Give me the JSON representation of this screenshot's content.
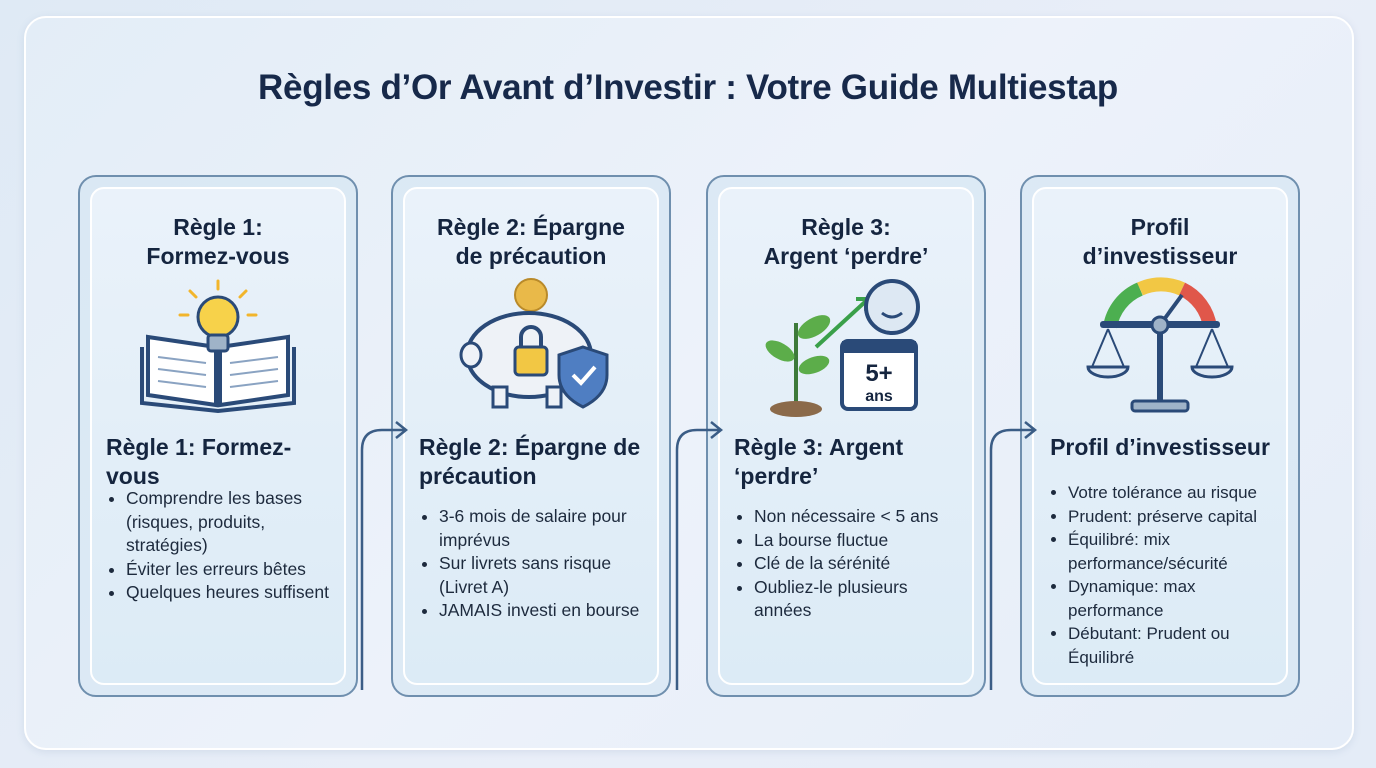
{
  "title": "Règles d’Or Avant d’Investir : Votre Guide Multiestap",
  "cards": [
    {
      "heading": "Règle 1:\nFormez-vous",
      "subheading": "Règle 1: Formez-vous",
      "icon": "book-lightbulb-icon",
      "bullets": [
        "Comprendre les bases (risques, produits, stratégies)",
        "Éviter les erreurs bêtes",
        "Quelques heures suffisent"
      ]
    },
    {
      "heading": "Règle 2: Épargne\nde précaution",
      "subheading": "Règle 2: Épargne de précaution",
      "icon": "piggy-bank-lock-shield-icon",
      "bullets": [
        "3-6 mois de salaire pour imprévus",
        "Sur livrets sans risque (Livret A)",
        "JAMAIS investi en bourse"
      ]
    },
    {
      "heading": "Règle 3:\nArgent ‘perdre’",
      "subheading": "Règle 3: Argent ‘perdre’",
      "icon": "plant-calendar-icon",
      "icon_text": "5+ ans",
      "bullets": [
        "Non nécessaire < 5 ans",
        "La bourse fluctue",
        "Clé de la sérénité",
        "Oubliez-le plusieurs années"
      ]
    },
    {
      "heading": "Profil\nd’investisseur",
      "subheading": "Profil d’investisseur",
      "icon": "gauge-scale-icon",
      "bullets": [
        "Votre tolérance au risque",
        "Prudent: préserve capital",
        "Équilibré: mix performance/sécurité",
        "Dynamique: max performance",
        "Débutant: Prudent ou Équilibré"
      ]
    }
  ],
  "colors": {
    "title": "#17294a",
    "frame": "#6f8fae",
    "accent_gold": "#f2c744",
    "accent_green": "#4caf50"
  }
}
